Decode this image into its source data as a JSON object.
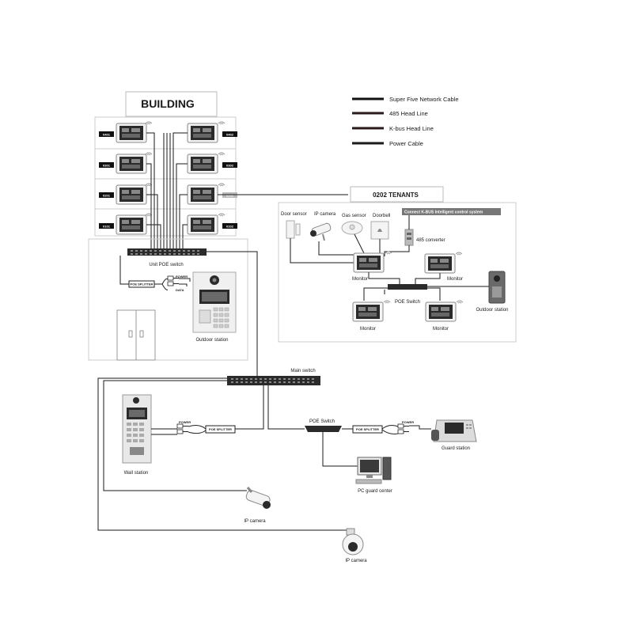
{
  "building": {
    "title": "BUILDING",
    "apartments": [
      "0401",
      "0402",
      "0301",
      "0302",
      "0201",
      "0202",
      "0101",
      "0102"
    ]
  },
  "legend": [
    {
      "label": "Super Five Network Cable",
      "color": "#111111"
    },
    {
      "label": "485 Head Line",
      "color": "#2a1a1a"
    },
    {
      "label": "K-bus Head Line",
      "color": "#2a1a1a"
    },
    {
      "label": "Power Cable",
      "color": "#1a1a1a"
    }
  ],
  "tenants": {
    "title": "0202  TENANTS",
    "kbus_banner": "Connect K-BUS Intelligent control system",
    "door_sensor": "Door sensor",
    "ip_camera": "IP camera",
    "gas_sensor": "Gas sensor",
    "doorbell": "Doorbell",
    "converter": "485 converter",
    "monitor": "Monitor",
    "poe_switch": "POE Switch",
    "outdoor_station": "Outdoor station"
  },
  "unit": {
    "poe_switch": "Unit POE switch",
    "splitter": "POE SPLITTER",
    "power": "POWER",
    "data": "DATA",
    "outdoor_station": "Outdoor station"
  },
  "network": {
    "main_switch": "Main switch",
    "wall_station": "Wall station",
    "poe_switch": "POE Switch",
    "splitter": "POE SPLITTER",
    "guard_station": "Guard station",
    "pc_guard_center": "PC guard center",
    "ip_camera": "IP camera"
  },
  "colors": {
    "line": "#1a1a1a",
    "device": "#2b2b2b",
    "frame": "#bbbbbb",
    "accent": "#777777"
  }
}
